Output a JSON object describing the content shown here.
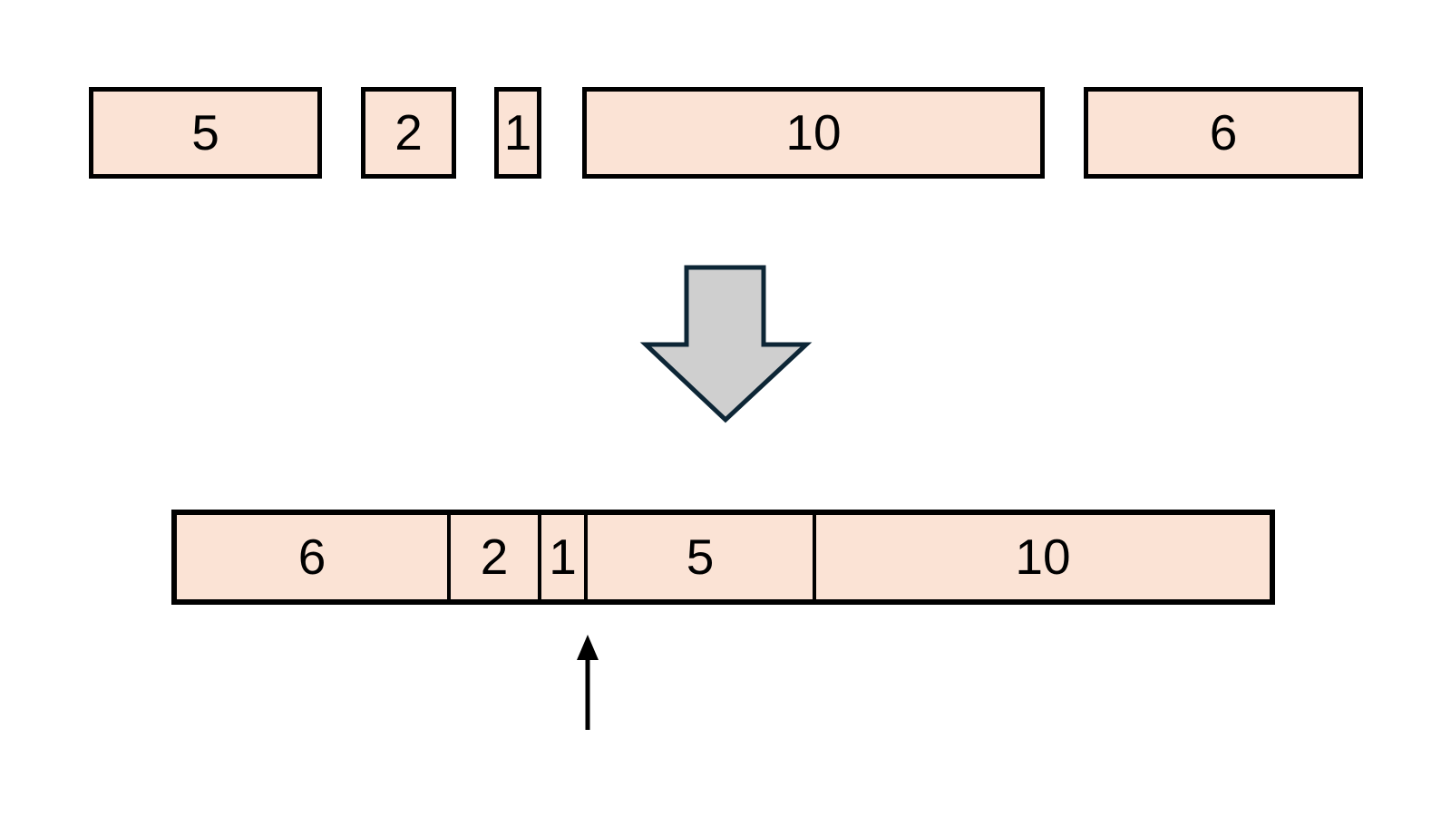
{
  "colors": {
    "box_fill": "#FBE3D5",
    "box_border": "#000000",
    "big_arrow_fill": "#CFCFCF",
    "big_arrow_outline": "#0D2636",
    "pointer_color": "#000000",
    "background": "#FFFFFF"
  },
  "top_row": {
    "blocks": [
      {
        "label": "5",
        "value": 5
      },
      {
        "label": "2",
        "value": 2
      },
      {
        "label": "1",
        "value": 1
      },
      {
        "label": "10",
        "value": 10
      },
      {
        "label": "6",
        "value": 6
      }
    ]
  },
  "bottom_bar": {
    "segments": [
      {
        "label": "6",
        "value": 6
      },
      {
        "label": "2",
        "value": 2
      },
      {
        "label": "1",
        "value": 1
      },
      {
        "label": "5",
        "value": 5
      },
      {
        "label": "10",
        "value": 10
      }
    ]
  },
  "icons": {
    "transform_arrow": "down-arrow-icon",
    "pointer_arrow": "up-arrow-icon"
  }
}
